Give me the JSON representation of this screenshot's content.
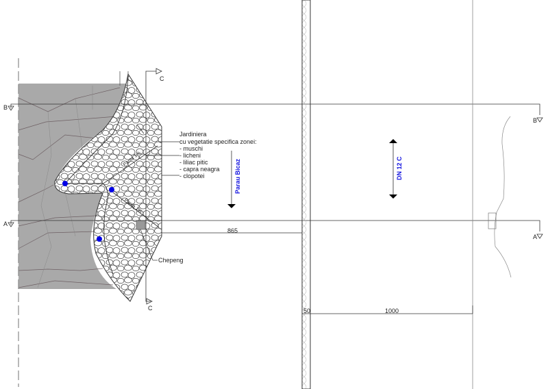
{
  "sections": {
    "b_left": "B",
    "b_right": "B",
    "a_left": "A",
    "a_right": "A",
    "c_top": "C",
    "c_bottom": "C"
  },
  "planter": {
    "title": "Jardiniera",
    "subtitle": "cu vegetatie specifica zonei:",
    "items": [
      "- muschi",
      "- licheni",
      "- liliac pitic",
      "- capra neagra",
      "- clopotei"
    ]
  },
  "labels": {
    "slope_1": "Panta 1%",
    "slope_2": "Panta 1%",
    "chepeng": "Chepeng",
    "stream": "Parau Bicaz",
    "road": "DN 12 C"
  },
  "dimensions": {
    "d865": "865",
    "d50": "50",
    "d1000": "1000"
  },
  "colors": {
    "rock": "#a9a9a9",
    "annotation_blue": "#1515e0",
    "line": "#333333"
  }
}
